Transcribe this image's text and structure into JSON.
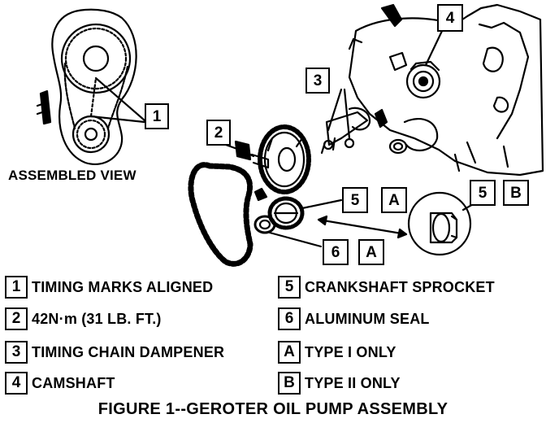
{
  "diagram": {
    "assembled_view_label": "ASSEMBLED VIEW",
    "callouts": {
      "c1": "1",
      "c2": "2",
      "c3": "3",
      "c4": "4",
      "c5a": "5",
      "c5a_type": "A",
      "c5b": "5",
      "c5b_type": "B",
      "c6": "6",
      "c6_type": "A"
    }
  },
  "legend": {
    "left": [
      {
        "key": "1",
        "text": "TIMING MARKS ALIGNED"
      },
      {
        "key": "2",
        "text": "42N·m (31 LB. FT.)"
      },
      {
        "key": "3",
        "text": "TIMING CHAIN DAMPENER"
      },
      {
        "key": "4",
        "text": "CAMSHAFT"
      }
    ],
    "right": [
      {
        "key": "5",
        "text": "CRANKSHAFT SPROCKET"
      },
      {
        "key": "6",
        "text": "ALUMINUM SEAL"
      },
      {
        "key": "A",
        "text": "TYPE I ONLY"
      },
      {
        "key": "B",
        "text": "TYPE II ONLY"
      }
    ]
  },
  "caption": "FIGURE 1--GEROTER OIL PUMP ASSEMBLY"
}
